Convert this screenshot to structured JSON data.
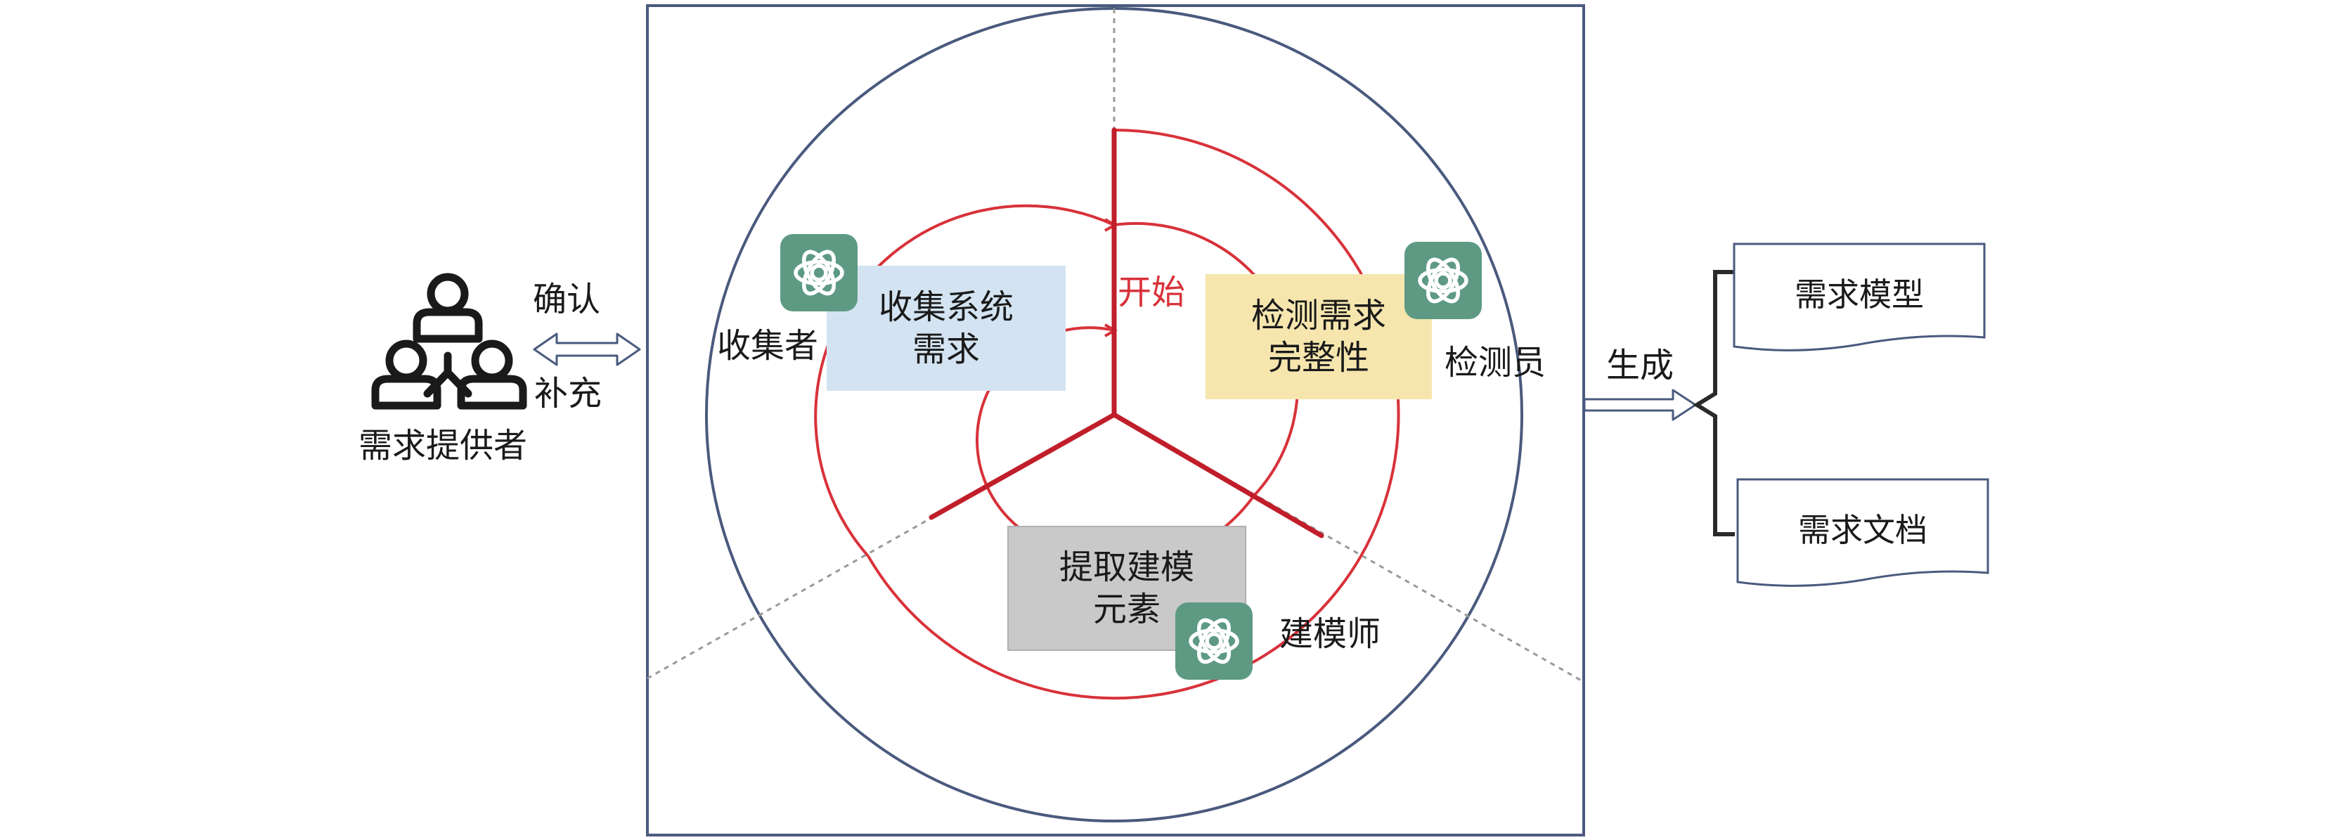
{
  "provider": {
    "label": "需求提供者",
    "confirm": "确认",
    "supplement": "补充"
  },
  "start_label": "开始",
  "stages": {
    "collect": {
      "line1": "收集系统",
      "line2": "需求",
      "role": "收集者"
    },
    "check": {
      "line1": "检测需求",
      "line2": "完整性",
      "role": "检测员"
    },
    "extract": {
      "line1": "提取建模",
      "line2": "元素",
      "role": "建模师"
    }
  },
  "generate_label": "生成",
  "outputs": [
    "需求模型",
    "需求文档"
  ],
  "colors": {
    "frame": "#4a5a7e",
    "spiral": "#d8323a",
    "collect_box": "#d3e3f1",
    "check_box": "#f6e6ae",
    "extract_box": "#c9c9c9",
    "ai_icon": "#5e9a83"
  }
}
